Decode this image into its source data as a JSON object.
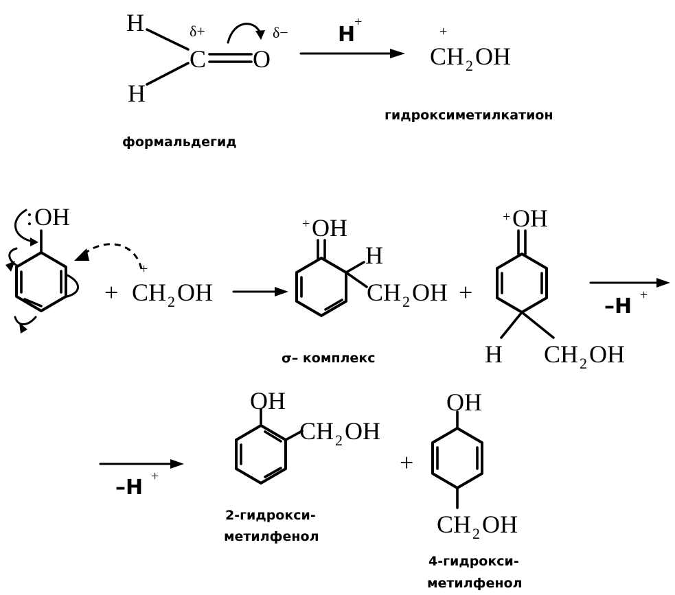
{
  "formaldehyde": {
    "h_top": "H",
    "h_bottom": "H",
    "carbon": "C",
    "oxygen": "O",
    "delta_plus": "δ+",
    "delta_minus": "δ−",
    "name": "формальдегид"
  },
  "step1": {
    "reagent": "H",
    "reagent_charge": "+",
    "product_prefix": "CH",
    "product_sub": "2",
    "product_suffix": "OH",
    "product_charge": "+",
    "product_name": "гидроксиметилкатион"
  },
  "phenol": {
    "lone_pair": ":",
    "group": "OH",
    "plus": "+",
    "cation_prefix": "CH",
    "cation_sub": "2",
    "cation_suffix": "OH",
    "cation_charge": "+"
  },
  "ortho_sigma": {
    "charge": "+",
    "group": "OH",
    "h": "H",
    "sub_prefix": "CH",
    "sub_sub": "2",
    "sub_suffix": "OH",
    "plus": "+",
    "name": "σ– комплекс"
  },
  "para_sigma": {
    "charge": "+",
    "group": "OH",
    "h": "H",
    "sub_prefix": "CH",
    "sub_sub": "2",
    "sub_suffix": "OH"
  },
  "step3": {
    "condition": "–H",
    "condition_charge": "+"
  },
  "step4": {
    "condition": "–H",
    "condition_charge": "+"
  },
  "product_ortho": {
    "group": "OH",
    "sub_prefix": "CH",
    "sub_sub": "2",
    "sub_suffix": "OH",
    "name_line1": "2-гидрокси-",
    "name_line2": "метилфенол"
  },
  "product_plus": "+",
  "product_para": {
    "group": "OH",
    "sub_prefix": "CH",
    "sub_sub": "2",
    "sub_suffix": "OH",
    "name_line1": "4-гидрокси-",
    "name_line2": "метилфенол"
  }
}
